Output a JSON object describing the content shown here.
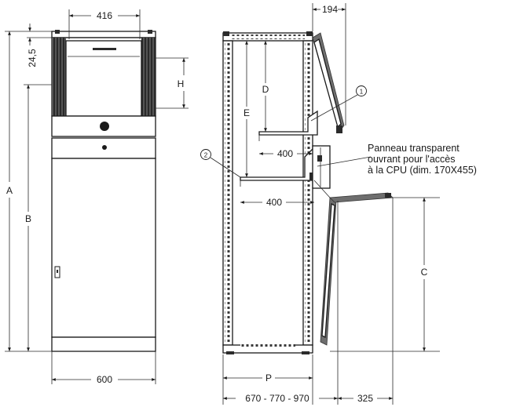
{
  "dimensions": {
    "front_width_top": "416",
    "front_top_offset": "24,5",
    "front_height_h": "H",
    "front_total_a": "A",
    "front_height_b": "B",
    "front_base_width": "600",
    "side_top_depth": "194",
    "side_height_d": "D",
    "side_height_e": "E",
    "side_shelf_upper": "400",
    "side_shelf_lower": "400",
    "side_height_c": "C",
    "side_depth_p": "P",
    "side_depth_options": "670 - 770 - 970",
    "side_door_depth": "325"
  },
  "callouts": {
    "marker_1": "1",
    "marker_2": "2"
  },
  "annotation": {
    "line1": "Panneau transparent",
    "line2": "ouvrant pour l'accès",
    "line3": "à la CPU (dim. 170X455)"
  }
}
